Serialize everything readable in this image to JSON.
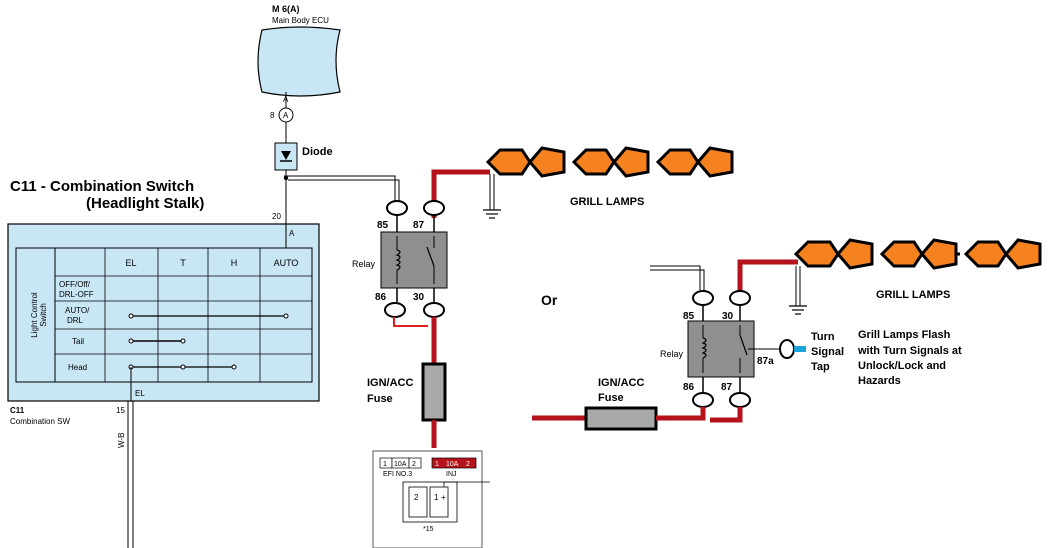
{
  "ecu": {
    "id": "M 6(A)",
    "name": "Main Body ECU",
    "pin_letter": "A",
    "pin_num": "8",
    "circle_letter": "A"
  },
  "diode": {
    "label": "Diode"
  },
  "switch": {
    "title": "C11 - Combination Switch",
    "subtitle": "(Headlight Stalk)",
    "pin_num": "20",
    "pin_letter": "A",
    "side_label_1": "Light Control",
    "side_label_2": "Switch",
    "columns": [
      "EL",
      "T",
      "H",
      "AUTO"
    ],
    "rows": [
      "OFF/Off/",
      "DRL-OFF",
      "AUTO/",
      "DRL",
      "Tail",
      "Head"
    ],
    "bottom_label": "EL",
    "code": "C11",
    "name": "Combination SW",
    "wire_num": "15",
    "wire_color": "W-B"
  },
  "relay1": {
    "label": "Relay",
    "p85": "85",
    "p87": "87",
    "p86": "86",
    "p30": "30"
  },
  "relay2": {
    "label": "Relay",
    "p85": "85",
    "p30": "30",
    "p86": "86",
    "p87": "87",
    "p87a": "87a"
  },
  "or_label": "Or",
  "grill1": {
    "label": "GRILL LAMPS"
  },
  "grill2": {
    "label": "GRILL LAMPS"
  },
  "fuse1": {
    "label_1": "IGN/ACC",
    "label_2": "Fuse"
  },
  "fuse2": {
    "label_1": "IGN/ACC",
    "label_2": "Fuse"
  },
  "turn_tap": {
    "line_1": "Turn",
    "line_2": "Signal",
    "line_3": "Tap"
  },
  "note": {
    "line_1": "Grill Lamps Flash",
    "line_2": "with Turn Signals at",
    "line_3": "Unlock/Lock and",
    "line_4": "Hazards"
  },
  "fuse_block": {
    "left_fuse": [
      "1",
      "10A",
      "2"
    ],
    "left_label": "EFI NO.3",
    "right_fuse": [
      "1",
      "10A",
      "2"
    ],
    "right_label": "INJ",
    "relay_pin_2": "2",
    "relay_pin_1": "1",
    "relay_pin_plus": "+",
    "bottom_num": "*15"
  },
  "colors": {
    "wire_red": "#b5121b",
    "lamp_orange": "#f6821f",
    "panel_blue": "#c9e6f5",
    "relay_gray": "#8f8f8f",
    "fuse_gray": "#a9a9a9",
    "tap_blue": "#1aa3d9"
  }
}
